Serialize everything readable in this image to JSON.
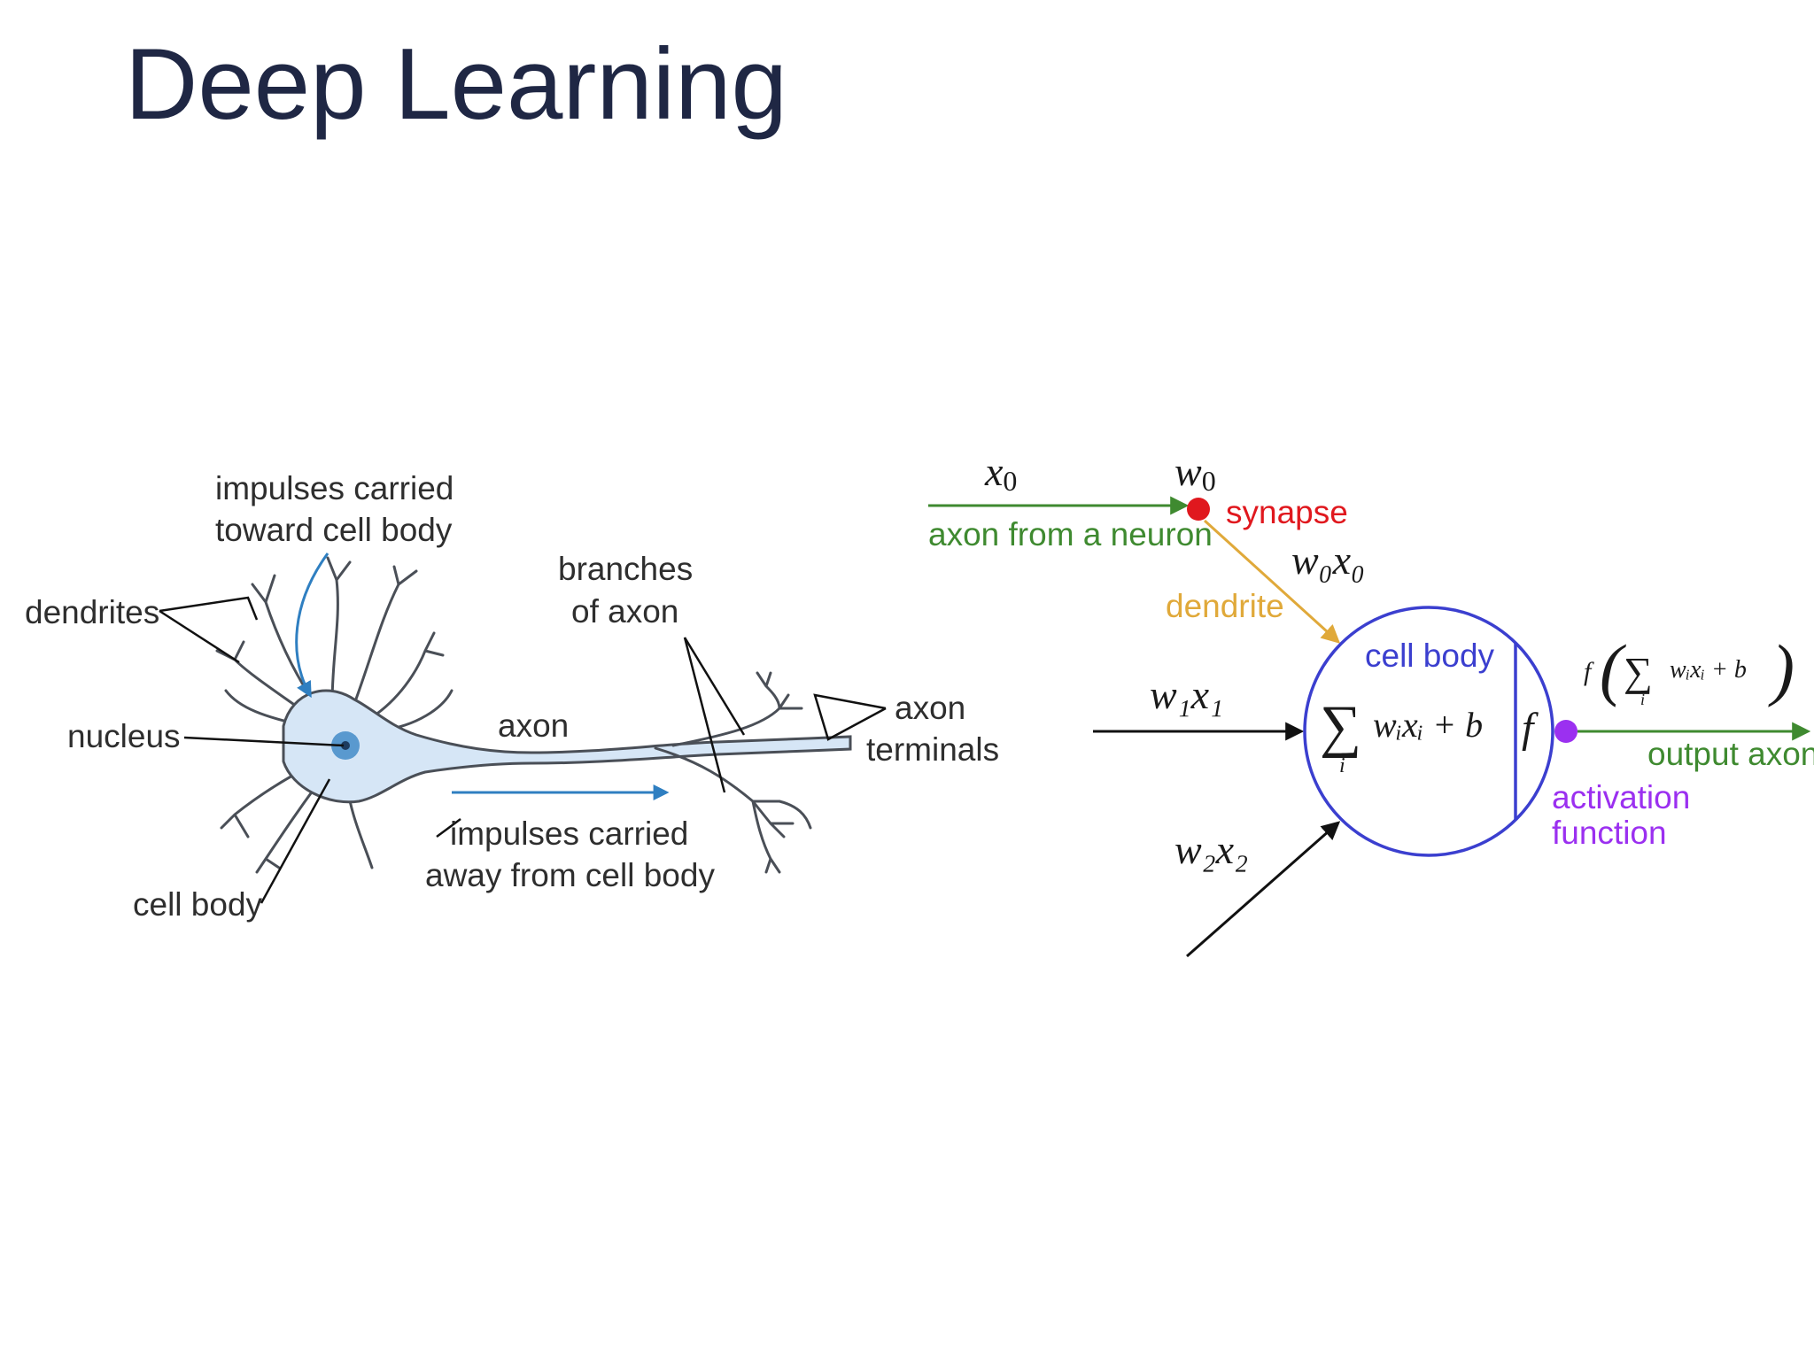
{
  "title": "Deep Learning",
  "biological": {
    "impulses_toward_line1": "impulses carried",
    "impulses_toward_line2": "toward cell body",
    "dendrites": "dendrites",
    "branches_line1": "branches",
    "branches_line2": "of axon",
    "nucleus": "nucleus",
    "axon": "axon",
    "axon_terminals_line1": "axon",
    "axon_terminals_line2": "terminals",
    "impulses_away_line1": "impulses carried",
    "impulses_away_line2": "away from cell body",
    "cell_body": "cell body"
  },
  "artificial": {
    "x0_var": "x",
    "x0_sub": "0",
    "w0_var": "w",
    "w0_sub": "0",
    "w0x0": "w₀x₀",
    "w1x1": "w₁x₁",
    "w2x2": "w₂x₂",
    "sigma": "∑",
    "sigma_index": "i",
    "sum_expression": "wᵢxᵢ + b",
    "f": "f",
    "lparen": "(",
    "rparen": ")",
    "axon_from_neuron": "axon from a neuron",
    "synapse": "synapse",
    "dendrite": "dendrite",
    "cell_body": "cell body",
    "output_axon": "output axon",
    "activation_line1": "activation",
    "activation_line2": "function"
  },
  "colors": {
    "title": "#1f2744",
    "axon_green": "#3f8a30",
    "synapse_red": "#e0181e",
    "dendrite_yellow": "#e0a93a",
    "cell_body_blue": "#3b3fcf",
    "activation_purple": "#9b30f0",
    "impulse_blue": "#2f7fc1",
    "neuron_fill": "#d6e6f6"
  }
}
